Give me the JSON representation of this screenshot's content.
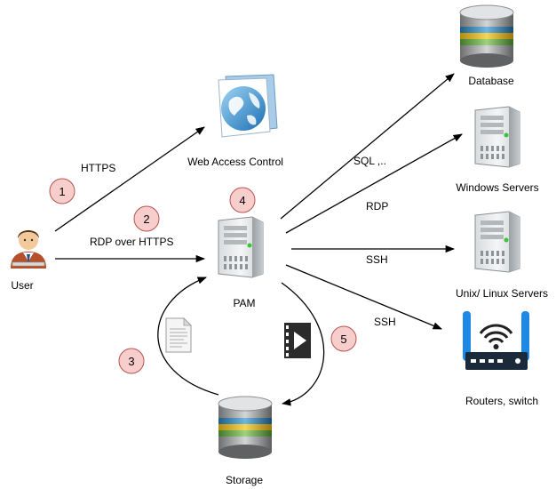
{
  "nodes": {
    "user": "User",
    "web_access_control": "Web Access Control",
    "pam": "PAM",
    "storage": "Storage",
    "database": "Database",
    "windows_servers": "Windows Servers",
    "unix_linux_servers": "Unix/ Linux Servers",
    "routers_switch": "Routers, switch"
  },
  "edge_labels": {
    "user_to_wac": "HTTPS",
    "user_to_pam": "RDP over HTTPS",
    "pam_to_database": "SQL ,..",
    "pam_to_windows": "RDP",
    "pam_to_unix": "SSH",
    "pam_to_routers": "SSH"
  },
  "steps": [
    "1",
    "2",
    "3",
    "4",
    "5"
  ],
  "icons": {
    "user": "user-icon",
    "web_access_control": "globe-document-icon",
    "pam": "server-icon",
    "storage": "database-icon",
    "database": "database-icon",
    "windows_servers": "server-icon",
    "unix_linux_servers": "server-icon",
    "routers_switch": "router-icon",
    "session_file": "document-icon",
    "session_video": "video-icon"
  },
  "colors": {
    "badge_fill": "#f8cecc",
    "badge_stroke": "#b85450",
    "edge": "#000000"
  }
}
